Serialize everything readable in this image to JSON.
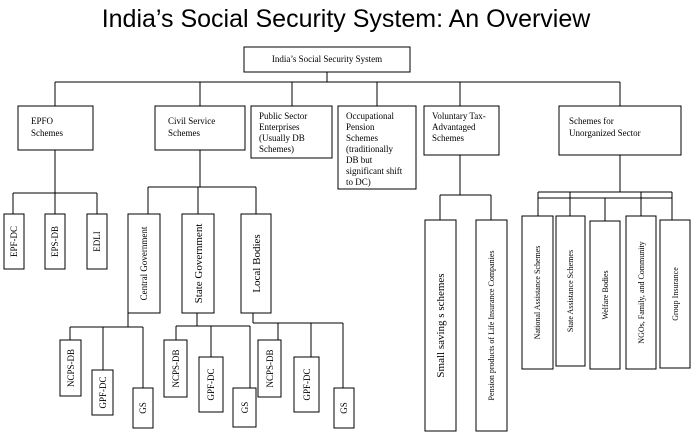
{
  "title": "India’s Social Security System: An Overview",
  "root": "India’s Social Security System",
  "categories": {
    "epfo": [
      "EPFO",
      "Schemes"
    ],
    "civil": [
      "Civil Service",
      "Schemes"
    ],
    "public": [
      "Public Sector",
      "Enterprises",
      "(Usually DB",
      "Schemes)"
    ],
    "occupational": [
      "Occupational",
      "Pension",
      "Schemes",
      "(traditionally",
      "DB but",
      "significant shift",
      "to DC)"
    ],
    "voluntary": [
      "Voluntary Tax-",
      "Advantaged",
      "Schemes"
    ],
    "unorganized": [
      "Schemes for",
      "Unorganized Sector"
    ]
  },
  "epfo_items": [
    "EPF-DC",
    "EPS-DB",
    "EDLI"
  ],
  "civil_items": [
    "Central Government",
    "State Government",
    "Local Bodies"
  ],
  "central_items": [
    "NCPS-DB",
    "GPF-DC",
    "GS"
  ],
  "state_items": [
    "NCPS-DB",
    "GPF-DC",
    "GS"
  ],
  "local_items": [
    "NCPS-DB",
    "GPF-DC",
    "GS"
  ],
  "voluntary_items": [
    "Small saving s schemes",
    "Pension products of Life Insurance Companies"
  ],
  "unorganized_items": [
    "National Assistance Schemes",
    "State Assistance Schemes",
    "Welfare Bodies",
    "NGOs, Family, and Community",
    "Group Insurance"
  ]
}
